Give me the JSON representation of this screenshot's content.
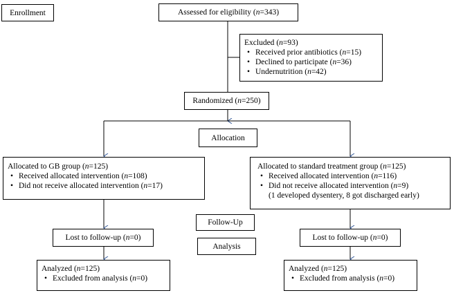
{
  "stage_labels": {
    "enrollment": "Enrollment",
    "allocation": "Allocation",
    "follow_up": "Follow-Up",
    "analysis": "Analysis"
  },
  "assessed": {
    "label": "Assessed for eligibility",
    "n_prefix": "(",
    "n_symbol": "n",
    "n_value": "=343)"
  },
  "excluded": {
    "title": {
      "label": "Excluded",
      "n_prefix": " (",
      "n_symbol": "n",
      "n_value": "=93)"
    },
    "items": [
      {
        "label": "Received prior antibiotics (",
        "n_symbol": "n",
        "n_value": "=15)"
      },
      {
        "label": "Declined to participate (",
        "n_symbol": "n",
        "n_value": "=36)"
      },
      {
        "label": "Undernutrition (",
        "n_symbol": "n",
        "n_value": "=42)"
      }
    ]
  },
  "randomized": {
    "label": "Randomized (",
    "n_symbol": "n",
    "n_value": "=250)"
  },
  "gb_group": {
    "title": {
      "label": "Allocated to GB group (",
      "n_symbol": "n",
      "n_value": "=125)"
    },
    "items": [
      {
        "label": "Received allocated intervention (",
        "n_symbol": "n",
        "n_value": "=108)"
      },
      {
        "label": "Did not receive allocated intervention (",
        "n_symbol": "n",
        "n_value": "=17)"
      }
    ],
    "lost": {
      "label": "Lost to follow-up (",
      "n_symbol": "n",
      "n_value": "=0)"
    },
    "analyzed": {
      "label": "Analyzed (",
      "n_symbol": "n",
      "n_value": "=125)"
    },
    "excluded_analysis": {
      "label": "Excluded from analysis (",
      "n_symbol": "n",
      "n_value": "=0)"
    }
  },
  "standard_group": {
    "title": {
      "label": "Allocated to standard treatment group (",
      "n_symbol": "n",
      "n_value": "=125)"
    },
    "items": [
      {
        "label": "Received allocated intervention (",
        "n_symbol": "n",
        "n_value": "=116)"
      },
      {
        "label": "Did not receive allocated intervention (",
        "n_symbol": "n",
        "n_value": "=9)"
      }
    ],
    "note": "(1 developed dysentery, 8 got discharged early)",
    "lost": {
      "label": "Lost to follow-up (",
      "n_symbol": "n",
      "n_value": "=0)"
    },
    "analyzed": {
      "label": "Analyzed (",
      "n_symbol": "n",
      "n_value": "=125)"
    },
    "excluded_analysis": {
      "label": "Excluded from analysis (",
      "n_symbol": "n",
      "n_value": "=0)"
    }
  },
  "colors": {
    "line": "#000000",
    "arrow_head": "#2f5597"
  }
}
